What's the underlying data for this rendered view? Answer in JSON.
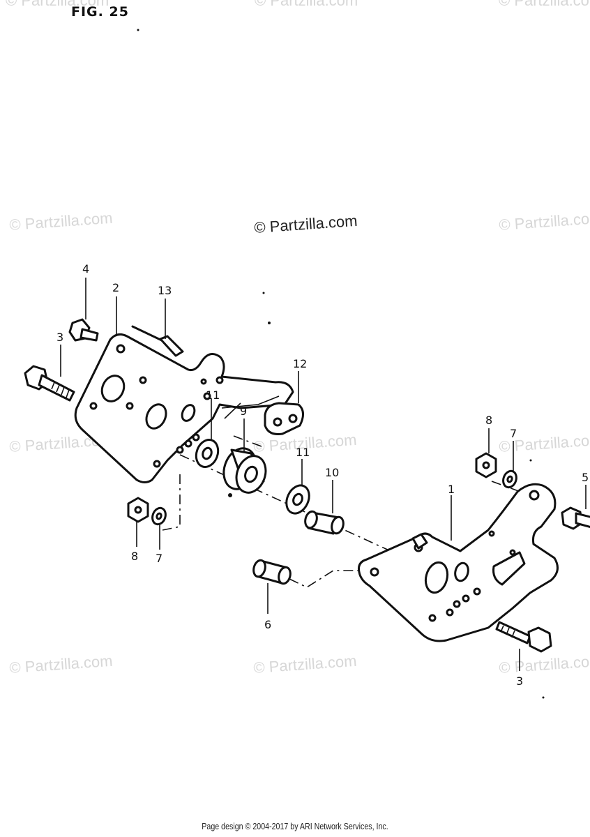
{
  "figure": {
    "label": "FIG. 25"
  },
  "watermark": {
    "main": "© Partzilla.com",
    "repeat": "© Partzilla.com"
  },
  "callouts": {
    "c1": "1",
    "c2": "2",
    "c3a": "3",
    "c3b": "3",
    "c4": "4",
    "c5": "5",
    "c6": "6",
    "c7a": "7",
    "c7b": "7",
    "c8a": "8",
    "c8b": "8",
    "c9": "9",
    "c10": "10",
    "c11a": "11",
    "c11b": "11",
    "c12": "12",
    "c13": "13"
  },
  "footer": {
    "text": "Page design © 2004-2017 by ARI Network Services, Inc."
  }
}
